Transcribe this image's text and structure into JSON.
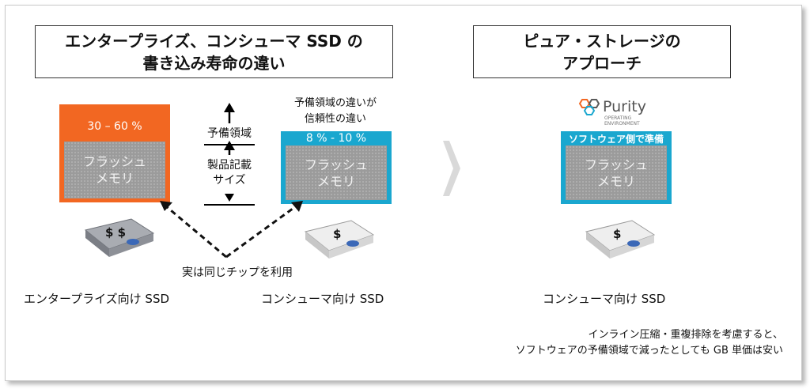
{
  "left_panel": {
    "title_line1": "エンタープライズ、コンシューマ SSD の",
    "title_line2": "書き込み寿命の違い",
    "enterprise_reserve": "30 – 60 %",
    "flash_line1": "フラッシュ",
    "flash_line2": "メモリ",
    "reserve_area": "予備領域",
    "spec_size_line1": "製品記載",
    "spec_size_line2": "サイズ",
    "diff_note_line1": "予備領域の違いが",
    "diff_note_line2": "信頼性の違い",
    "consumer_reserve": "8 % - 10 %",
    "same_chip": "実は同じチップを利用",
    "enterprise_label": "エンタープライズ向け SSD",
    "consumer_label": "コンシューマ向け SSD",
    "enterprise_price": "$ $",
    "consumer_price": "$"
  },
  "right_panel": {
    "title_line1": "ピュア・ストレージの",
    "title_line2": "アプローチ",
    "logo_name": "Purity",
    "logo_sub_line1": "OPERATING",
    "logo_sub_line2": "ENVIRONMENT",
    "software_reserve": "ソフトウェア側で準備",
    "flash_line1": "フラッシュ",
    "flash_line2": "メモリ",
    "price": "$",
    "consumer_label": "コンシューマ向け SSD",
    "note_line1": "インライン圧縮・重複排除を考慮すると、",
    "note_line2": "ソフトウェアの予備領域で減ったとしても GB 単価は安い"
  },
  "colors": {
    "enterprise_orange": "#f26722",
    "consumer_blue": "#1aa7cf",
    "flash_gray": "#9b9b9b",
    "chevron_gray": "#d9d9d9"
  }
}
